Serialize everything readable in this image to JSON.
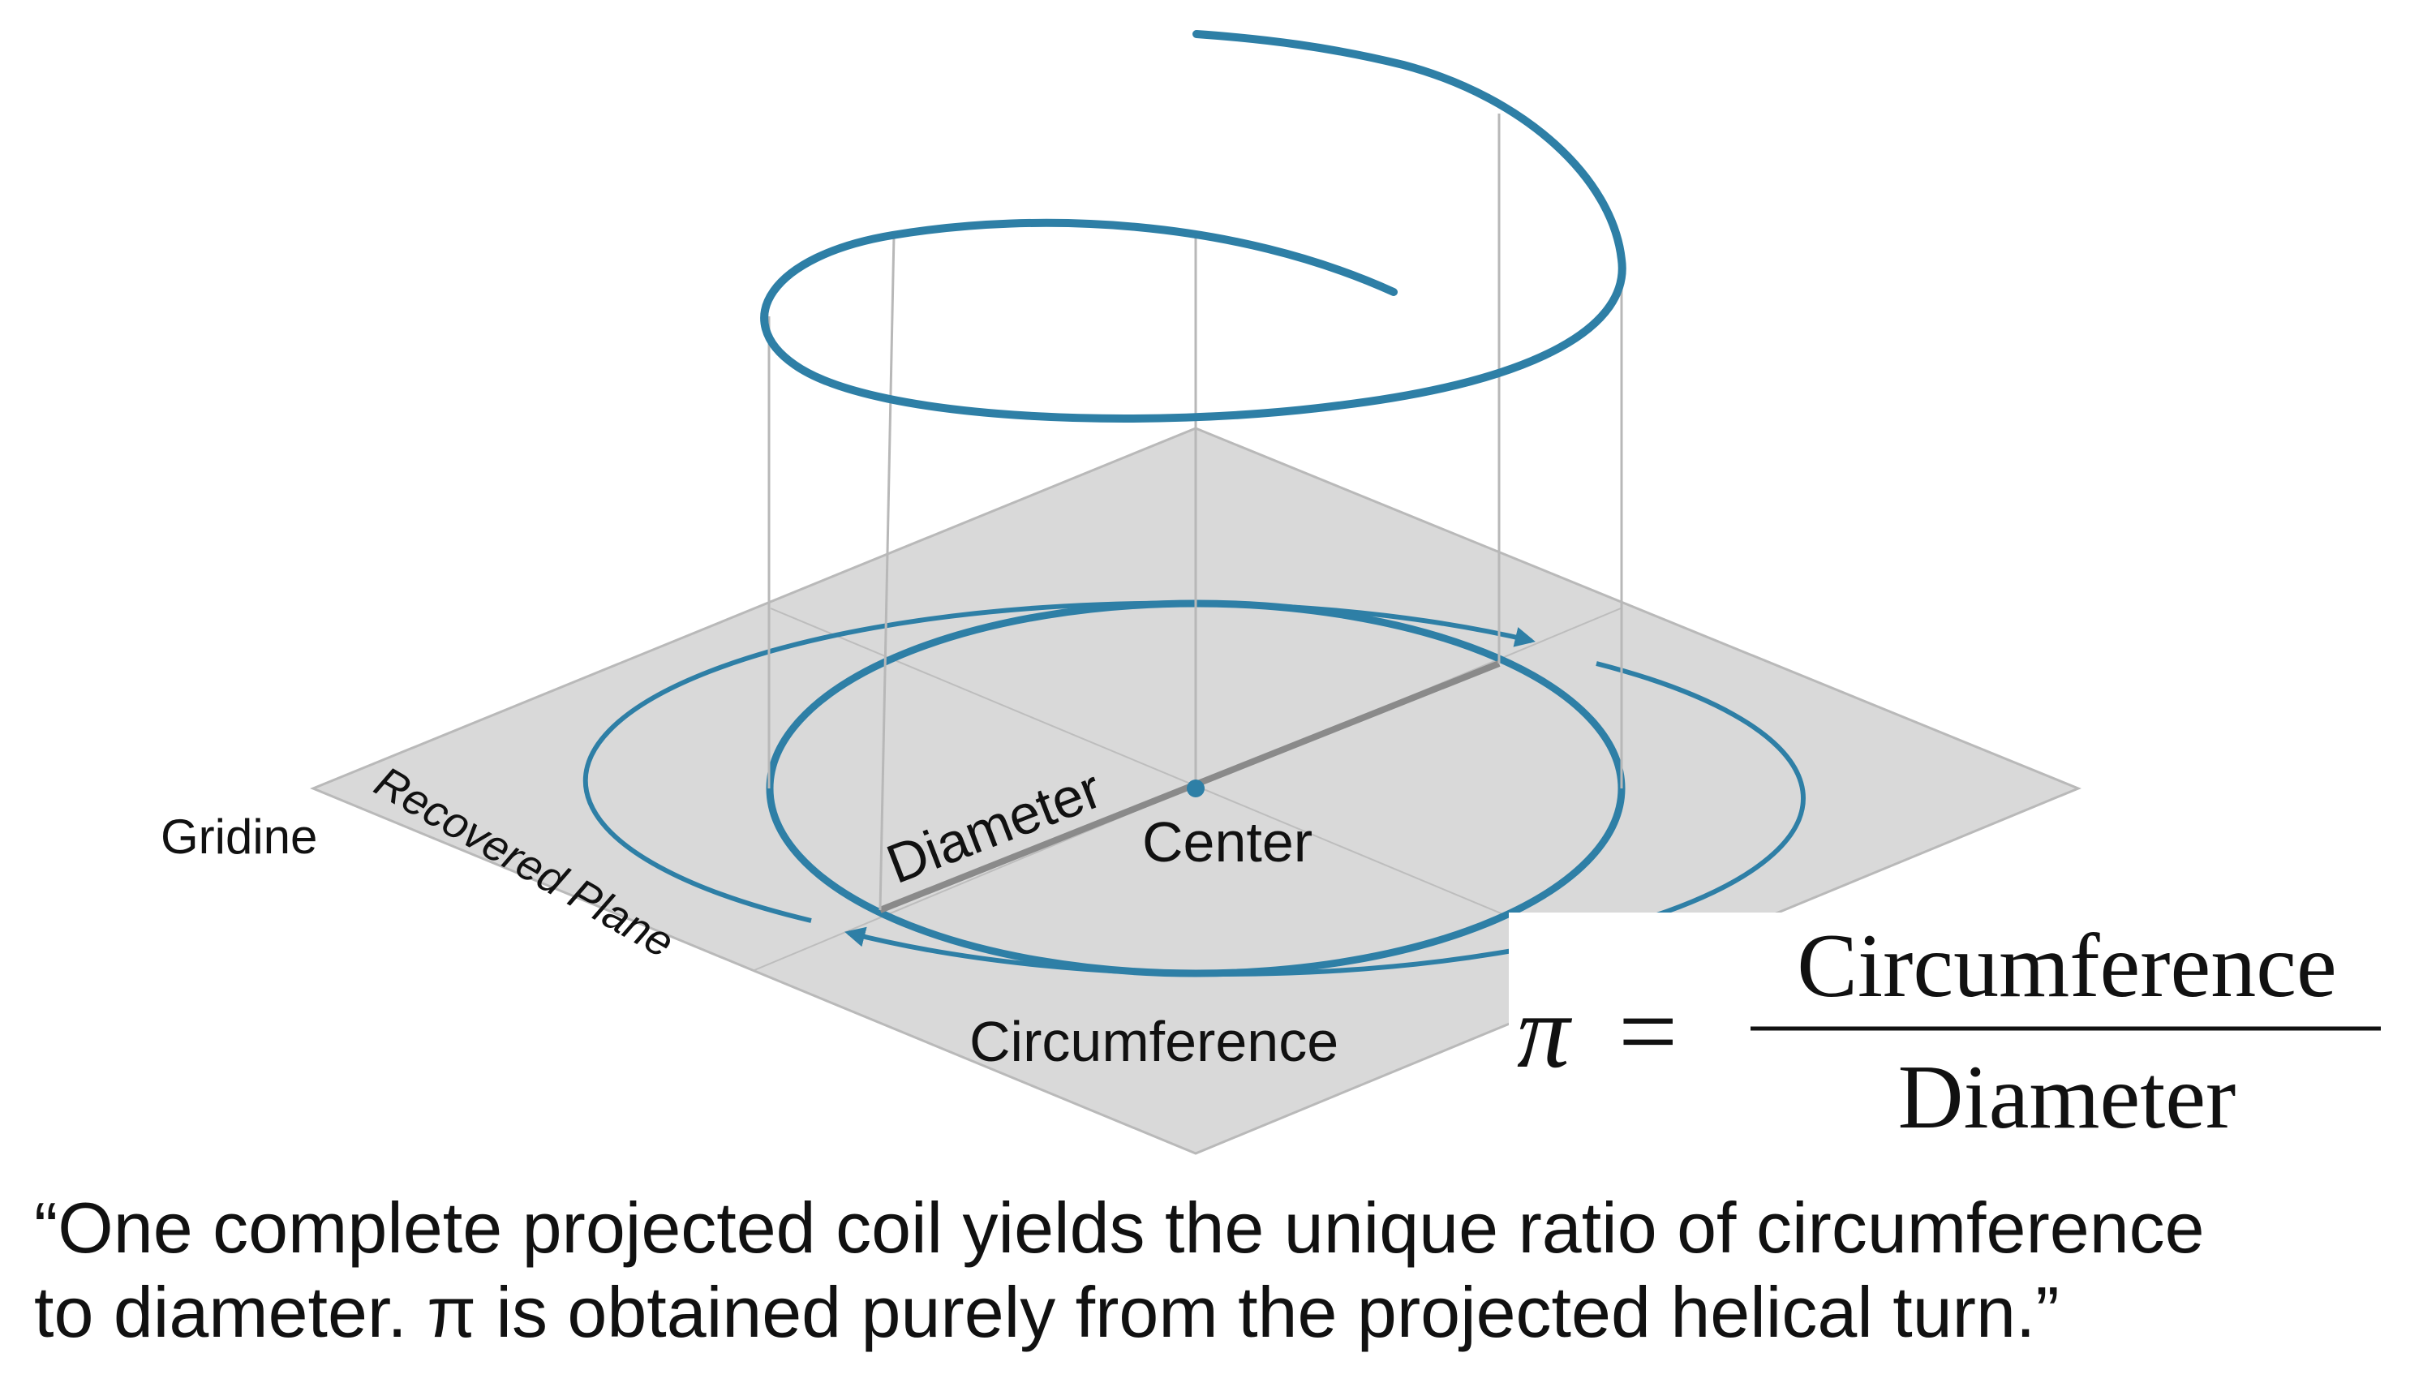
{
  "diagram": {
    "labels": {
      "gridline": "Gridine",
      "plane": "Recovered Plane",
      "diameter": "Diameter",
      "center": "Center",
      "circumference": "Circumference"
    },
    "formula": {
      "lhs": "π",
      "eq": "=",
      "numerator": "Circumference",
      "denominator": "Diameter"
    },
    "colors": {
      "helix": "#2e7fa6",
      "plane": "#d9d9d9",
      "plane_edge": "#b9b9b9",
      "guide_lines": "#b8b8b8",
      "diameter_line": "#8a8a8a",
      "text": "#111111"
    }
  },
  "caption": {
    "line1": "“One complete projected coil yields the unique ratio of circumference",
    "line2": "to diameter. π is obtained purely from the projected helical turn.”"
  }
}
